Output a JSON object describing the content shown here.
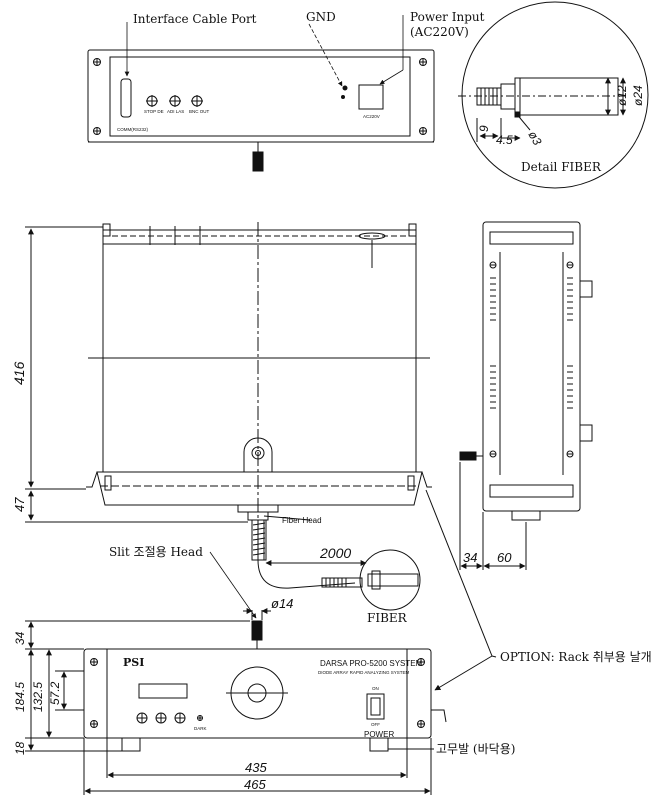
{
  "labels": {
    "interface_cable_port": "Interface Cable Port",
    "gnd": "GND",
    "power_input_line1": "Power Input",
    "power_input_line2": "(AC220V)",
    "detail_fiber": "Detail  FIBER",
    "fiber_head": "Fiber Head",
    "slit_head": "Slit 조절용 Head",
    "fiber": "FIBER",
    "rack_option": "OPTION: Rack 취부용 날개",
    "rubber_foot": "고무발 (바닥용)",
    "power": "POWER",
    "on": "ON",
    "off": "OFF",
    "system_title": "DARSA PRO-5200 SYSTEM",
    "system_subtitle": "DIODE   ARRAY   RAPID   ANALYZING   SYSTEM",
    "logo": "PSI",
    "comm_label": "COMM(RS232)",
    "power_ac_label": "AC220V",
    "panel_port_labels": [
      "STOP DE",
      "ADI LAS",
      "BNC OUT"
    ],
    "dark_label": "DARK"
  },
  "dimensions": {
    "height_416": "416",
    "height_47": "47",
    "width_2000": "2000",
    "dia_14": "ø14",
    "side_34": "34",
    "side_60": "60",
    "front_34": "34",
    "front_184_5": "184.5",
    "front_132_5": "132.5",
    "front_57_2": "57.2",
    "front_18": "18",
    "width_435": "435",
    "width_465": "465",
    "detail_9": "9",
    "detail_4_5": "4.5",
    "detail_phi3": "ø3",
    "detail_phi12": "ø12",
    "detail_phi24": "ø24"
  }
}
